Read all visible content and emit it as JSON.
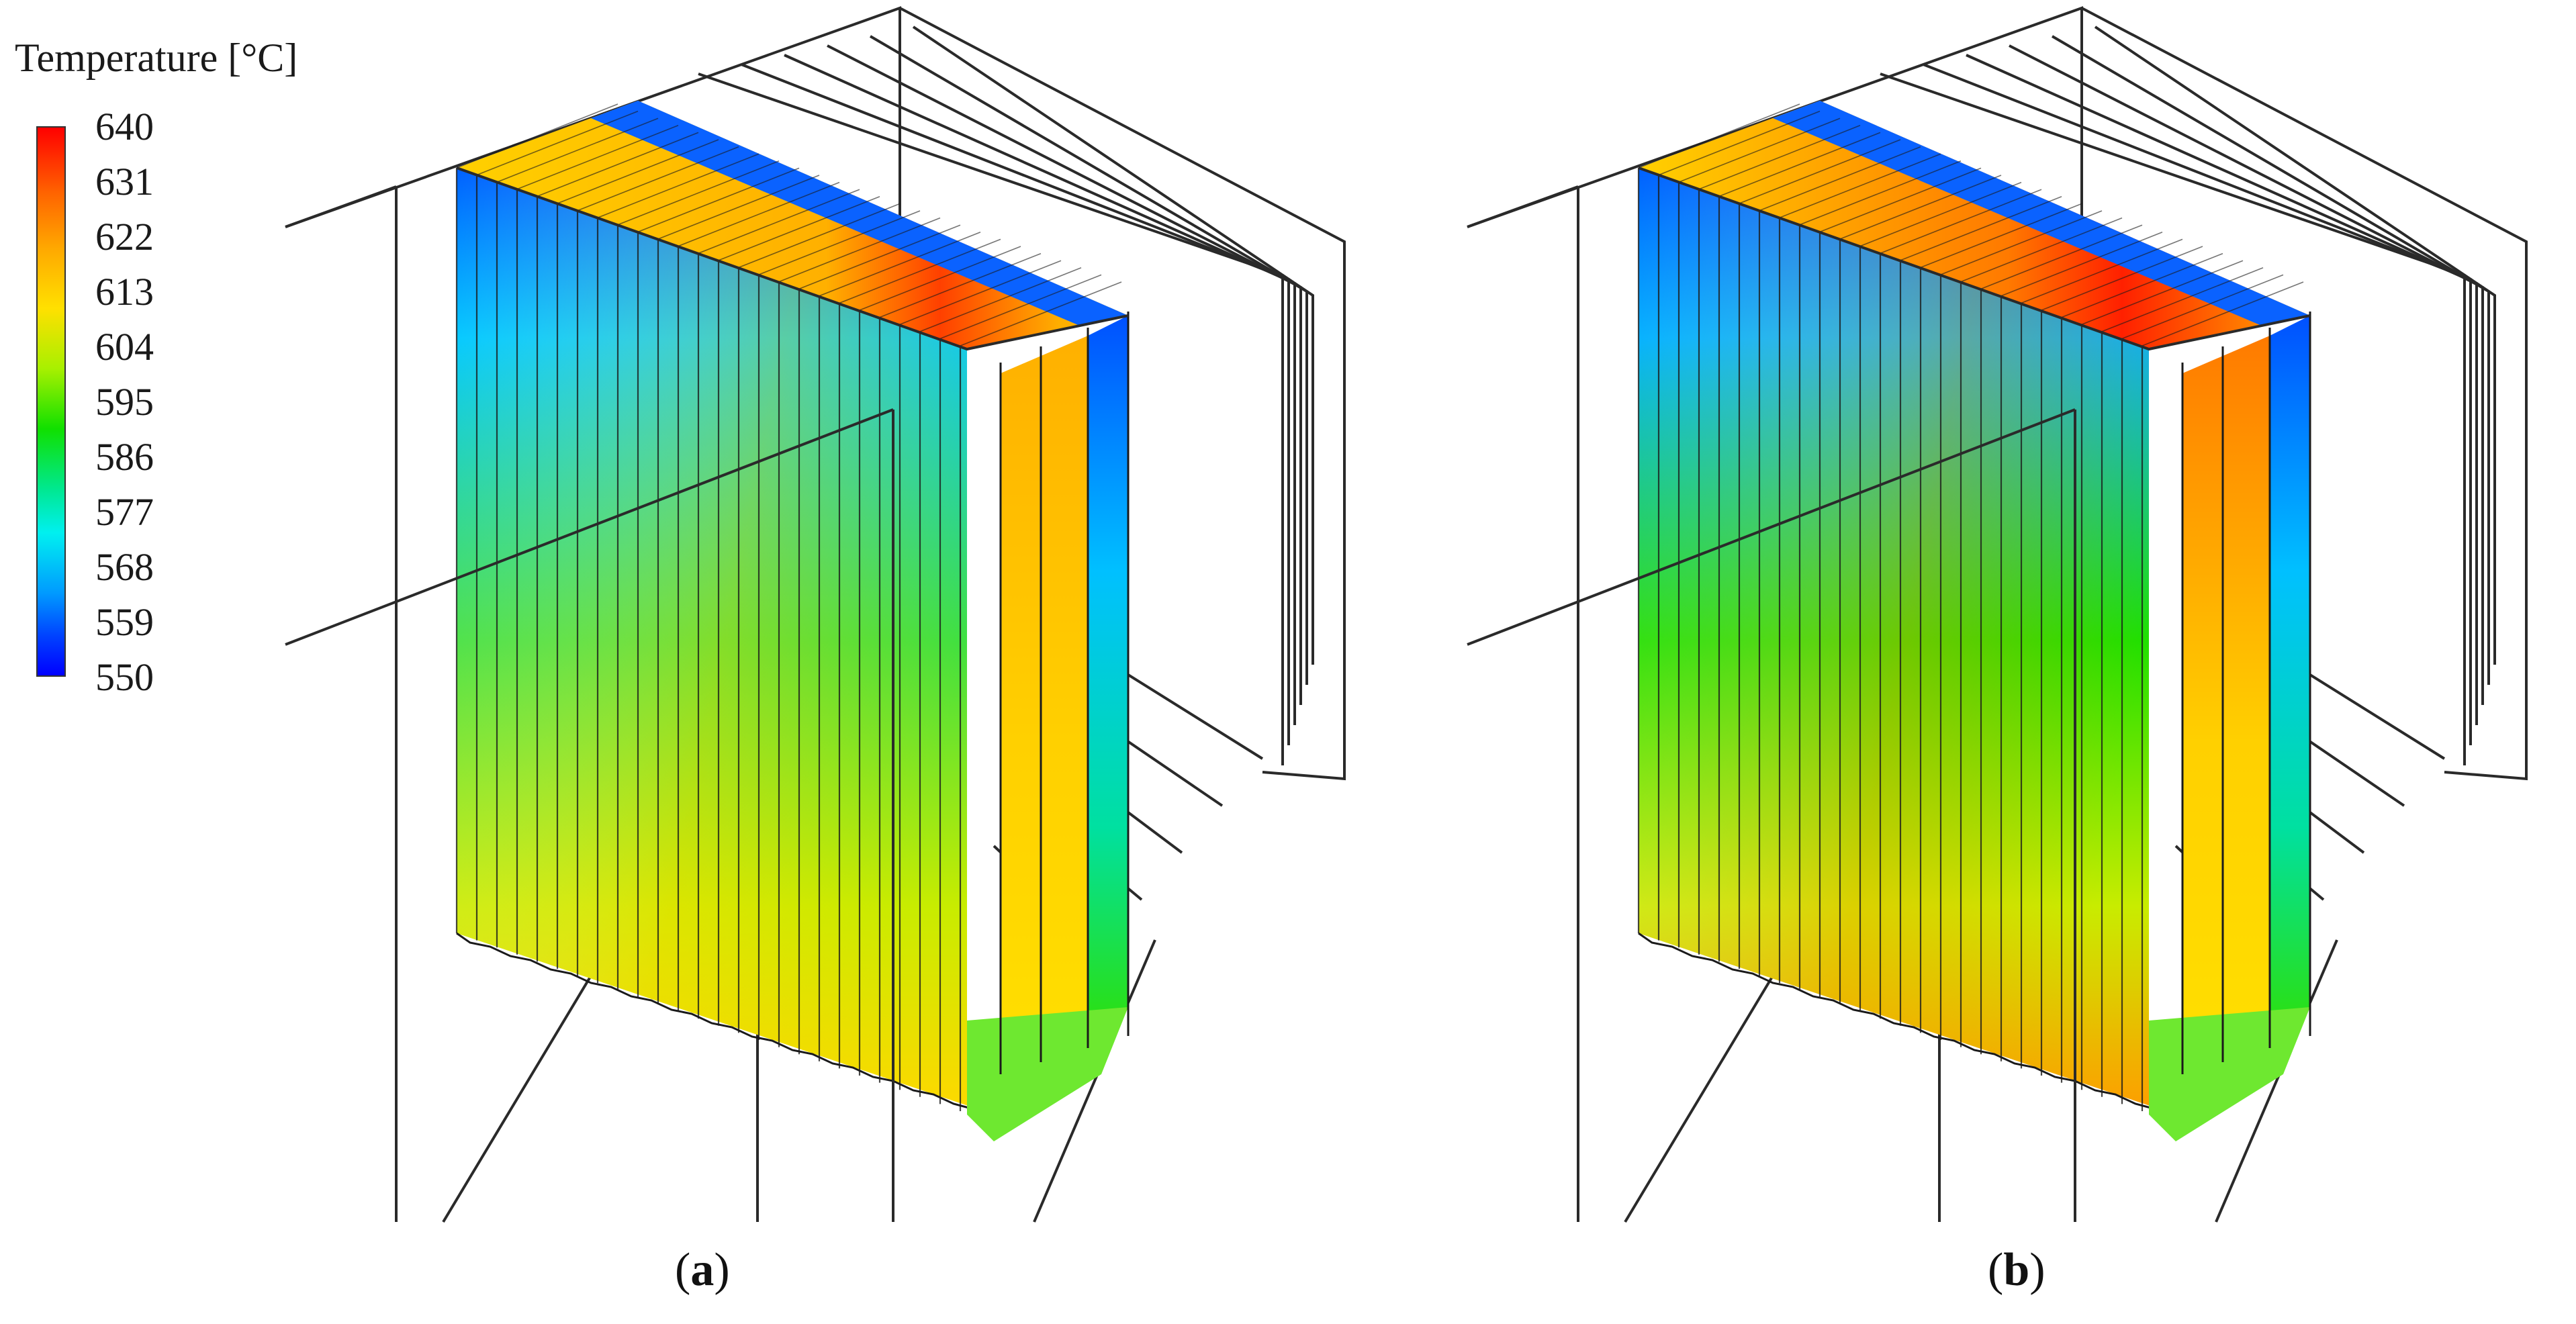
{
  "legend": {
    "title": "Temperature [°C]",
    "ticks": [
      "640",
      "631",
      "622",
      "613",
      "604",
      "595",
      "586",
      "577",
      "568",
      "559",
      "550"
    ],
    "min": 550,
    "max": 640,
    "colormap": [
      "#0000ff",
      "#0040ff",
      "#009aff",
      "#00f0f0",
      "#00e890",
      "#10e000",
      "#a8f000",
      "#ffe000",
      "#ffa800",
      "#ff6400",
      "#ff0000"
    ]
  },
  "panels": [
    {
      "id": "a",
      "label_open": "(",
      "label_letter": "a",
      "label_close": ")",
      "top_band": "#ffb000",
      "hot_spot": "#ff4000",
      "bottom_tone": "#ffd800",
      "left_tone": "#00c8ff",
      "middle_tone": "#40e040"
    },
    {
      "id": "b",
      "label_open": "(",
      "label_letter": "b",
      "label_close": ")",
      "top_band": "#ff7a00",
      "hot_spot": "#ff2000",
      "bottom_tone": "#ff9c00",
      "left_tone": "#00b0ff",
      "middle_tone": "#20e000"
    }
  ]
}
